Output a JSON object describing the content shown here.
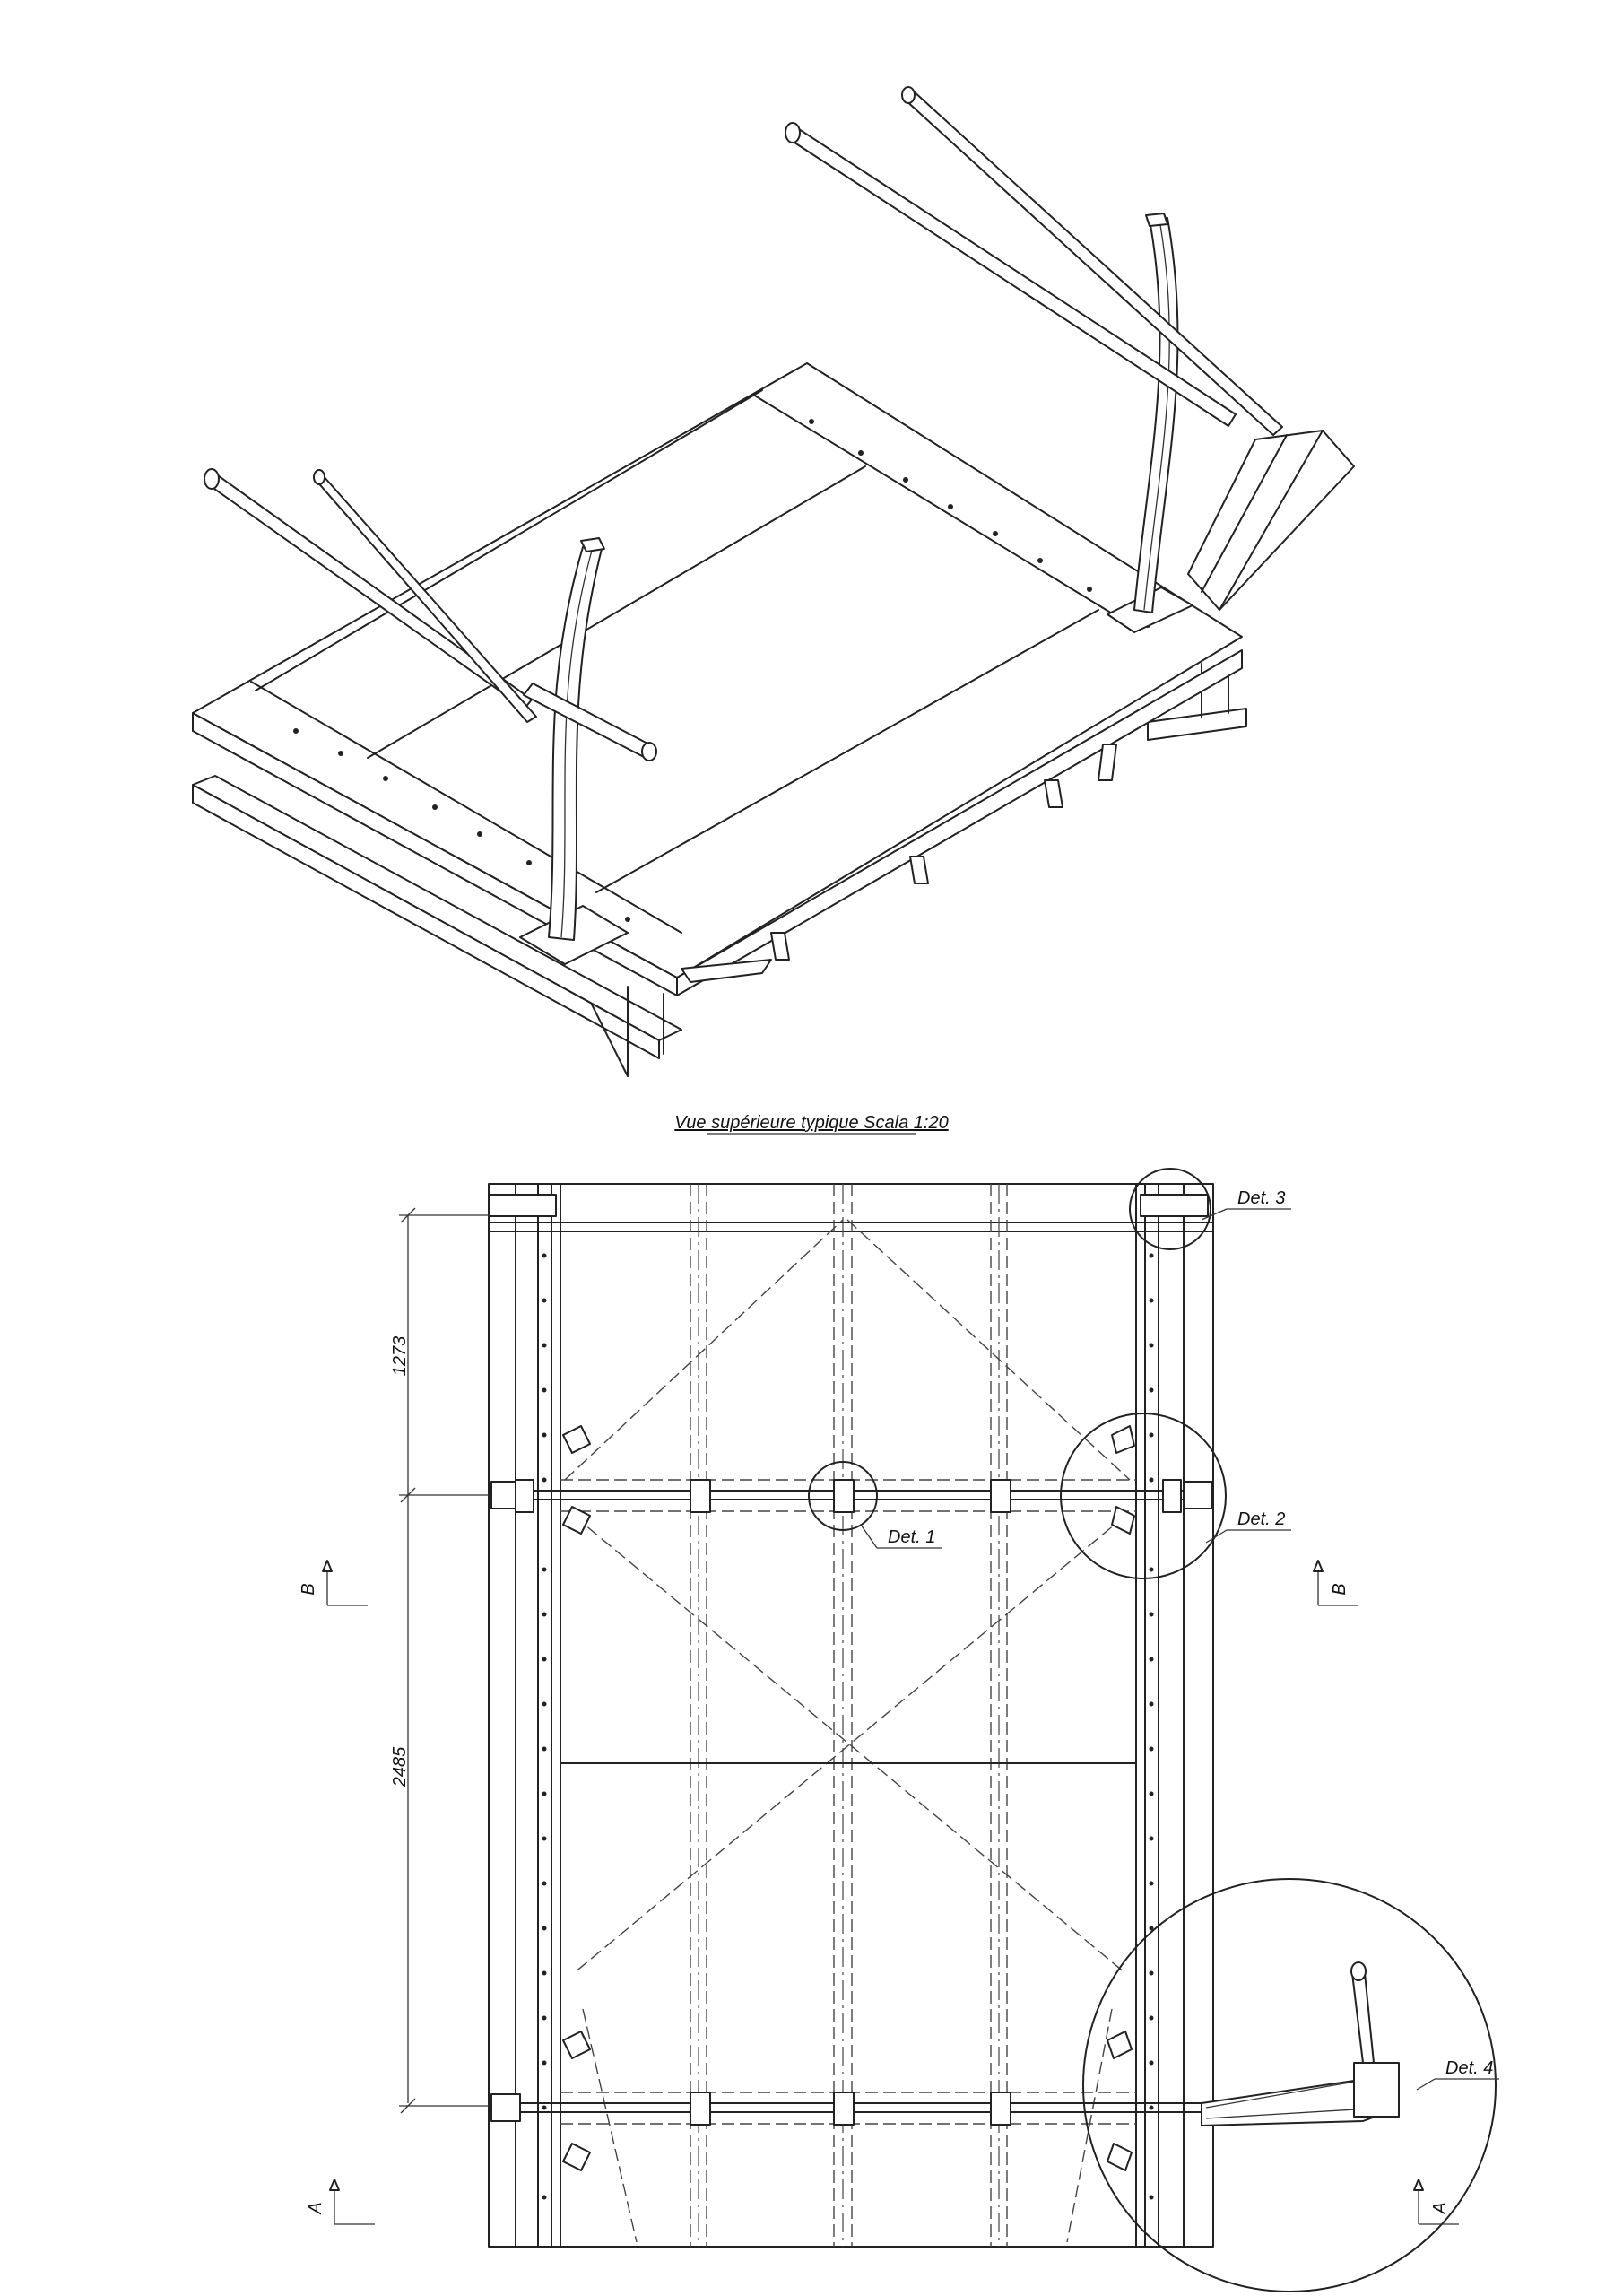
{
  "view_title": "Vue supérieure typique Scala 1:20",
  "details": {
    "det1": "Det. 1",
    "det2": "Det. 2",
    "det3": "Det. 3",
    "det4": "Det. 4"
  },
  "dimensions": {
    "upper": "1273",
    "lower": "2485"
  },
  "section_marks": {
    "b_left": "B",
    "b_right": "B",
    "a_left": "A",
    "a_right": "A"
  }
}
